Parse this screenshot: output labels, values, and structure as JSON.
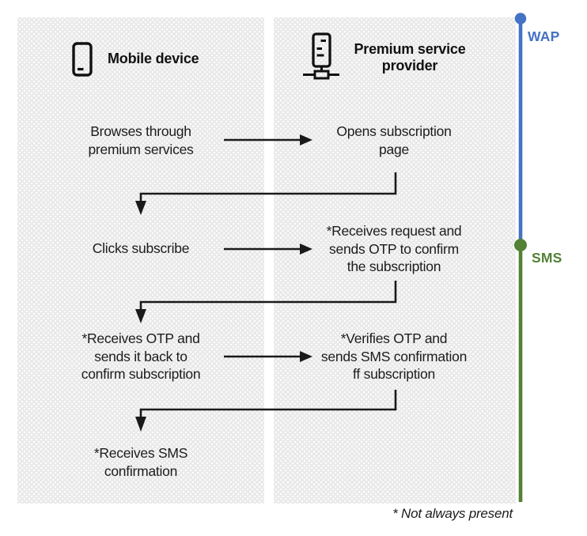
{
  "colors": {
    "wap": "#4472c4",
    "sms": "#538135",
    "arrow": "#1a1a1a"
  },
  "lanes": {
    "mobile": {
      "title": "Mobile device",
      "icon": "mobile-phone-icon"
    },
    "provider": {
      "title": "Premium service\nprovider",
      "icon": "server-icon"
    }
  },
  "steps": {
    "m1": "Browses through\npremium services",
    "p1": "Opens subscription\npage",
    "m2": "Clicks subscribe",
    "p2": "*Receives request and\nsends OTP to confirm\nthe subscription",
    "m3": "*Receives OTP and\nsends it back to\nconfirm subscription",
    "p3": "*Verifies OTP and\nsends SMS confirmation\nff subscription",
    "m4": "*Receives SMS\nconfirmation"
  },
  "timeline": {
    "wap_label": "WAP",
    "sms_label": "SMS"
  },
  "footnote": "* Not always present"
}
